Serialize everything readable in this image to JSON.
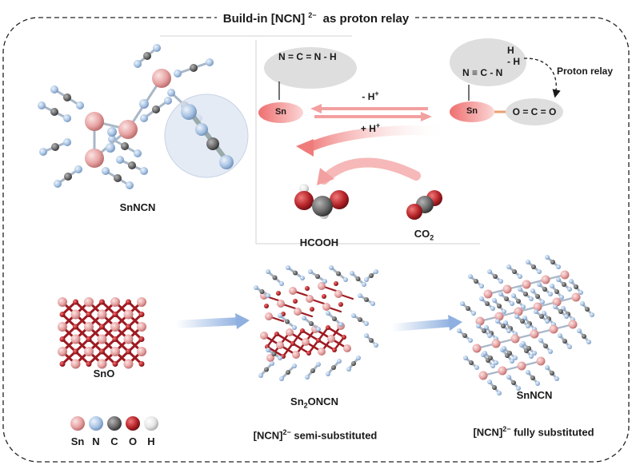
{
  "title": {
    "prefix": "Build-in [NCN]",
    "charge": "2−",
    "suffix": " as proton relay"
  },
  "inset": {
    "label": "SnNCN"
  },
  "scheme": {
    "left_group": "N = C = N - H",
    "left_metal": "Sn",
    "right_group_n": "N ≡ C - N",
    "right_h_top": "H",
    "right_h_side": "- H",
    "right_metal": "Sn",
    "co2_bound": "O = C = O",
    "proton_relay": "Proton relay",
    "forward_prefix": "- H",
    "forward_sup": "+",
    "backward_prefix": "+ H",
    "backward_sup": "+",
    "product_label": "HCOOH",
    "reactant_prefix": "CO",
    "reactant_sub": "2"
  },
  "structures": [
    {
      "name_main": "SnO",
      "name_sub": "",
      "name_tail": "",
      "caption_prefix": "",
      "caption_sup": "",
      "caption_suffix": ""
    },
    {
      "name_main": "Sn",
      "name_sub": "2",
      "name_tail": "ONCN",
      "caption_prefix": "[NCN]",
      "caption_sup": "2−",
      "caption_suffix": " semi-substituted"
    },
    {
      "name_main": "SnNCN",
      "name_sub": "",
      "name_tail": "",
      "caption_prefix": "[NCN]",
      "caption_sup": "2−",
      "caption_suffix": " fully substituted"
    }
  ],
  "legend": [
    {
      "element": "Sn",
      "color": "#e7a3a3"
    },
    {
      "element": "N",
      "color": "#a9c4e4"
    },
    {
      "element": "C",
      "color": "#6b6b6b"
    },
    {
      "element": "O",
      "color": "#b8262b"
    },
    {
      "element": "H",
      "color": "#e6e6e6"
    }
  ],
  "colors": {
    "sn": "#e7a3a3",
    "n": "#a9c4e4",
    "c": "#6b6b6b",
    "o": "#b8262b",
    "h": "#e6e6e6",
    "arrow_red": "#ef6f6f",
    "arrow_blue": "#8fb0e0",
    "bubble_gray": "#dedede"
  }
}
